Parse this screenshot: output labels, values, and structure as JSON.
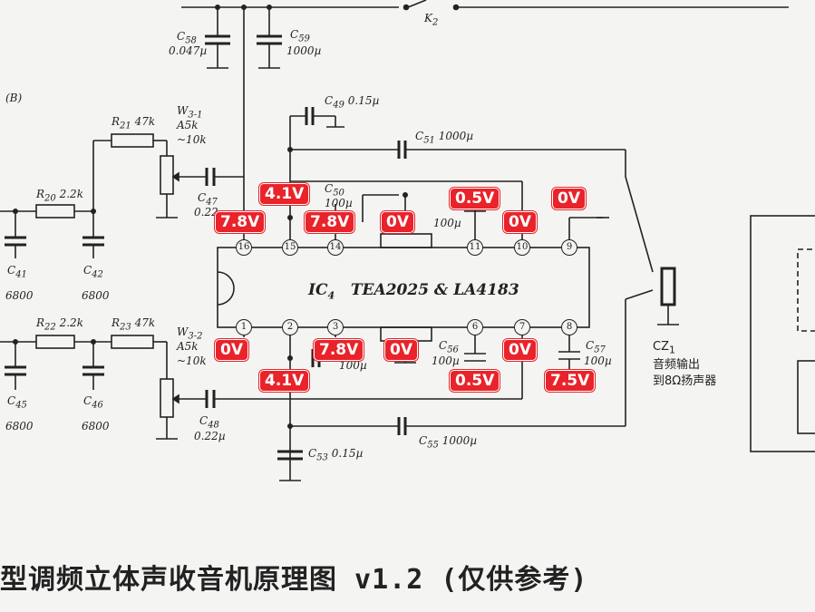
{
  "ic": {
    "ref": "IC",
    "ref_sub": "4",
    "name": "TEA2025 & LA4183",
    "pins_top": [
      "16",
      "15",
      "14",
      "11",
      "10",
      "9"
    ],
    "pins_bottom": [
      "1",
      "2",
      "3",
      "6",
      "7",
      "8"
    ]
  },
  "labels": {
    "k2": "K",
    "k2_sub": "2",
    "b": "(B)",
    "c58": "C",
    "c58_sub": "58",
    "c58_val": "0.047µ",
    "c59": "C",
    "c59_sub": "59",
    "c59_val": "1000µ",
    "c49": "C",
    "c49_sub": "49",
    "c49_val": "0.15µ",
    "c51": "C",
    "c51_sub": "51",
    "c51_val": "1000µ",
    "r21": "R",
    "r21_sub": "21",
    "r21_val": "47k",
    "w31": "W",
    "w31_sub": "3-1",
    "w31_val": "A5k",
    "w31_val2": "~10k",
    "r20": "R",
    "r20_sub": "20",
    "r20_val": "2.2k",
    "c47": "C",
    "c47_sub": "47",
    "c47_val": "0.22",
    "c50": "C",
    "c50_sub": "50",
    "c50_val": "100µ",
    "c52_val": "100µ",
    "c41": "C",
    "c41_sub": "41",
    "c41_val": "6800",
    "c42": "C",
    "c42_sub": "42",
    "c42_val": "6800",
    "r22": "R",
    "r22_sub": "22",
    "r22_val": "2.2k",
    "r23": "R",
    "r23_sub": "23",
    "r23_val": "47k",
    "w32": "W",
    "w32_sub": "3-2",
    "w32_val": "A5k",
    "w32_val2": "~10k",
    "c54_val": "100µ",
    "c56": "C",
    "c56_sub": "56",
    "c56_val": "100µ",
    "c57": "C",
    "c57_sub": "57",
    "c57_val": "100µ",
    "c45": "C",
    "c45_sub": "45",
    "c45_val": "6800",
    "c46": "C",
    "c46_sub": "46",
    "c46_val": "6800",
    "c48": "C",
    "c48_sub": "48",
    "c48_val": "0.22µ",
    "c55": "C",
    "c55_sub": "55",
    "c55_val": "1000µ",
    "c53": "C",
    "c53_sub": "53",
    "c53_val": "0.15µ",
    "cz1": "CZ",
    "cz1_sub": "1",
    "cz1_desc1": "音频输出",
    "cz1_desc2": "到8Ω扬声器"
  },
  "voltages": {
    "v_pin16": "7.8V",
    "v_pin15": "4.1V",
    "v_pin14": "7.8V",
    "v_pin12": "0V",
    "v_pin11": "0.5V",
    "v_pin10": "0V",
    "v_pin9": "0V",
    "v_pin1": "0V",
    "v_pin2": "4.1V",
    "v_pin3": "7.8V",
    "v_pin5": "0V",
    "v_pin6": "0.5V",
    "v_pin7": "0V",
    "v_pin8": "7.5V"
  },
  "footer": {
    "title": "型调频立体声收音机原理图 v1.2 (仅供参考)"
  },
  "colors": {
    "badge": "#e8232a",
    "ink": "#222222",
    "paper": "#f4f4f2"
  }
}
